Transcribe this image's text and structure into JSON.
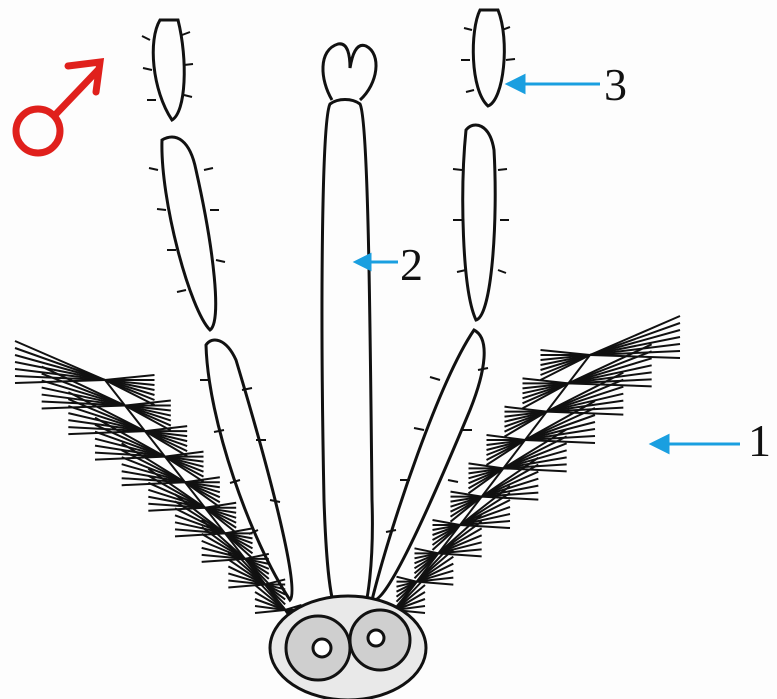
{
  "symbol": {
    "name": "male-symbol",
    "glyph": "♂",
    "color": "#e0201c"
  },
  "labels": [
    {
      "id": "1",
      "text": "1"
    },
    {
      "id": "2",
      "text": "2"
    },
    {
      "id": "3",
      "text": "3"
    }
  ],
  "colors": {
    "ink": "#111111",
    "arrow": "#1a9fe0",
    "symbol": "#e0201c"
  }
}
